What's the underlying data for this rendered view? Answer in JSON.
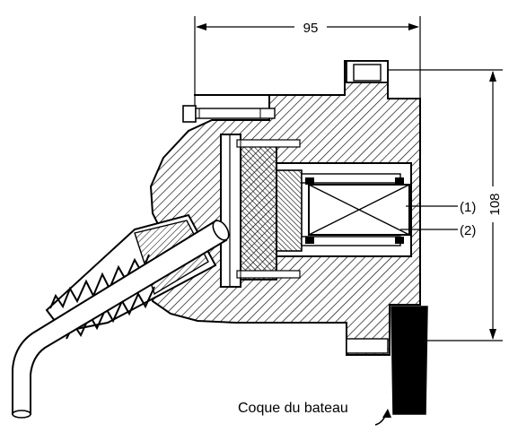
{
  "drawing": {
    "dimensions": {
      "width_label": "95",
      "height_label": "108"
    },
    "callouts": [
      {
        "id": "1",
        "label": "(1)"
      },
      {
        "id": "2",
        "label": "(2)"
      }
    ],
    "hull_label": "Coque du bateau"
  },
  "colors": {
    "ink": "#000000",
    "paper": "#ffffff",
    "hatch": "#000000"
  }
}
